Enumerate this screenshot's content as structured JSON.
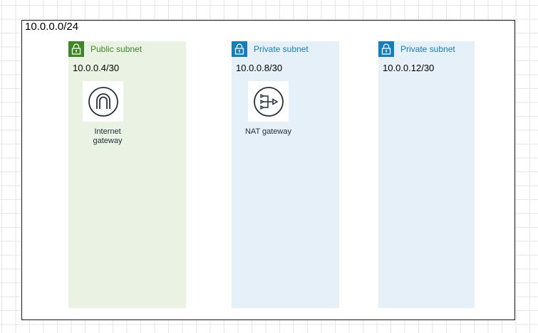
{
  "canvas": {
    "grid": true,
    "grid_color": "#e6e6e6"
  },
  "vpc": {
    "cidr": "10.0.0.0/24"
  },
  "subnets": [
    {
      "kind": "public",
      "title": "Public subnet",
      "cidr": "10.0.0.4/30",
      "accent": "#3f8624",
      "fill": "#e9f2e3",
      "icon": "lock-icon",
      "resource": {
        "icon": "internet-gateway-icon",
        "label_line1": "Internet",
        "label_line2": "gateway"
      }
    },
    {
      "kind": "private",
      "title": "Private subnet",
      "cidr": "10.0.0.8/30",
      "accent": "#147eba",
      "fill": "#e6f0f8",
      "icon": "lock-icon",
      "resource": {
        "icon": "nat-gateway-icon",
        "label_line1": "NAT gateway"
      }
    },
    {
      "kind": "private",
      "title": "Private subnet",
      "cidr": "10.0.0.12/30",
      "accent": "#147eba",
      "fill": "#e6f0f8",
      "icon": "lock-icon"
    }
  ]
}
